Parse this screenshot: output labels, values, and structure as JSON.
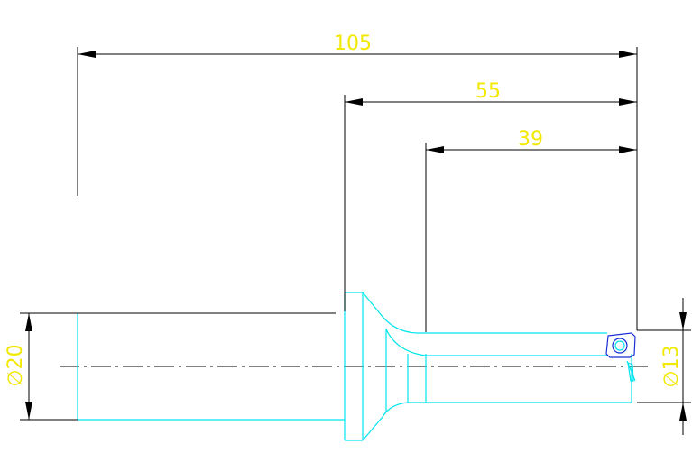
{
  "dimensions": {
    "overall_length": "105",
    "mid_length": "55",
    "flute_length": "39",
    "shank_diameter": "∅20",
    "cutting_diameter": "∅13"
  },
  "colors": {
    "background": "#ffffff",
    "dimension_line": "#000000",
    "dimension_text": "#f2e800",
    "tool_outline": "#00e5ee",
    "insert_outline": "#1a2fd8",
    "center_line": "#000000"
  }
}
